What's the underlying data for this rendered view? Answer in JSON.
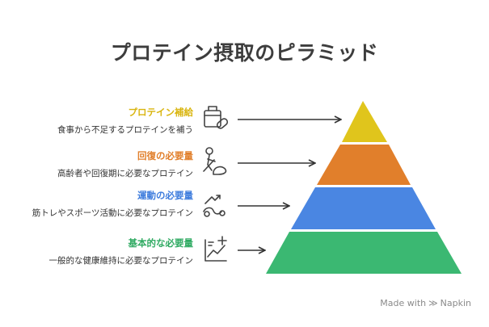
{
  "title": "プロテイン摂取のピラミッド",
  "levels": [
    {
      "label": "プロテイン補給",
      "description": "食事から不足するプロテインを補う",
      "color": "#e0c51c",
      "icon": "pill-box-icon"
    },
    {
      "label": "回復の必要量",
      "description": "高齢者や回復期に必要なプロテイン",
      "color": "#e17f2b",
      "icon": "elderly-care-icon"
    },
    {
      "label": "運動の必要量",
      "description": "筋トレやスポーツ活動に必要なプロテイン",
      "color": "#4a86e2",
      "icon": "exercise-icon"
    },
    {
      "label": "基本的な必要量",
      "description": "一般的な健康維持に必要なプロテイン",
      "color": "#3bb872",
      "icon": "health-chart-icon"
    }
  ],
  "footer": {
    "made_with": "Made with",
    "brand": "Napkin"
  }
}
